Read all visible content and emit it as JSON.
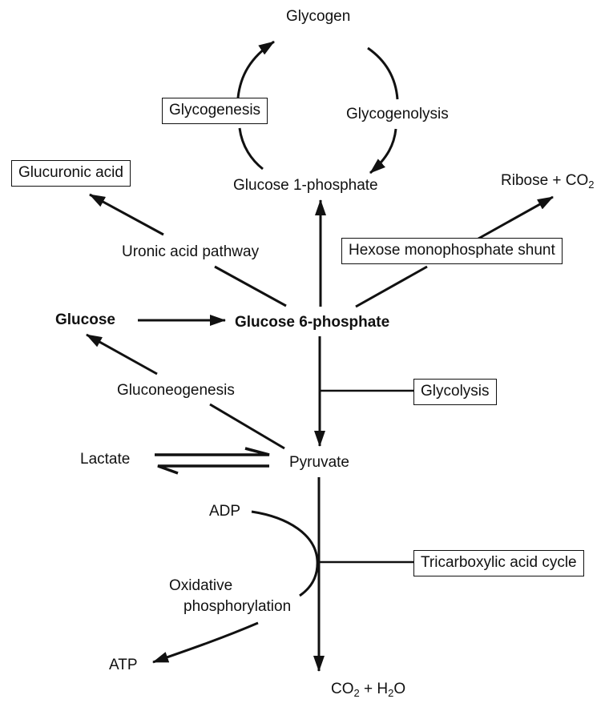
{
  "diagram": {
    "type": "metabolic pathway diagram",
    "nodes": {
      "glycogen": "Glycogen",
      "glucose_1_phosphate": "Glucose 1-phosphate",
      "glucose": "Glucose",
      "glucose_6_phosphate": "Glucose 6-phosphate",
      "pyruvate": "Pyruvate",
      "lactate": "Lactate",
      "ribose_co2": {
        "main": "Ribose + CO",
        "sub": "2"
      },
      "glucuronic_acid": "Glucuronic acid",
      "adp": "ADP",
      "atp": "ATP",
      "co2_h2o": {
        "part1": "CO",
        "sub1": "2",
        "part2": " + H",
        "sub2": "2",
        "part3": "O"
      }
    },
    "pathways": {
      "glycogenesis": "Glycogenesis",
      "glycogenolysis": "Glycogenolysis",
      "uronic_acid_pathway": "Uronic acid pathway",
      "hexose_monophosphate_shunt": "Hexose monophosphate shunt",
      "gluconeogenesis": "Gluconeogenesis",
      "glycolysis": "Glycolysis",
      "tricarboxylic_acid_cycle": "Tricarboxylic acid cycle",
      "oxidative_phosphorylation_line1": "Oxidative",
      "oxidative_phosphorylation_line2": "phosphorylation"
    },
    "edges": [
      {
        "from": "Glucose 1-phosphate",
        "to": "Glycogen",
        "via": "Glycogenesis"
      },
      {
        "from": "Glycogen",
        "to": "Glucose 1-phosphate",
        "via": "Glycogenolysis"
      },
      {
        "from": "Glucose 6-phosphate",
        "to": "Glucose 1-phosphate"
      },
      {
        "from": "Glucose 6-phosphate",
        "to": "Glucuronic acid",
        "via": "Uronic acid pathway"
      },
      {
        "from": "Glucose 6-phosphate",
        "to": "Ribose + CO2",
        "via": "Hexose monophosphate shunt"
      },
      {
        "from": "Glucose",
        "to": "Glucose 6-phosphate"
      },
      {
        "from": "Pyruvate",
        "to": "Glucose",
        "via": "Gluconeogenesis"
      },
      {
        "from": "Glucose 6-phosphate",
        "to": "Pyruvate",
        "via": "Glycolysis"
      },
      {
        "from": "Lactate",
        "to": "Pyruvate",
        "reversible": true
      },
      {
        "from": "Pyruvate",
        "to": "CO2 + H2O",
        "via": "Tricarboxylic acid cycle"
      },
      {
        "from": "ADP",
        "to": "ATP",
        "via": "Oxidative phosphorylation"
      }
    ]
  }
}
